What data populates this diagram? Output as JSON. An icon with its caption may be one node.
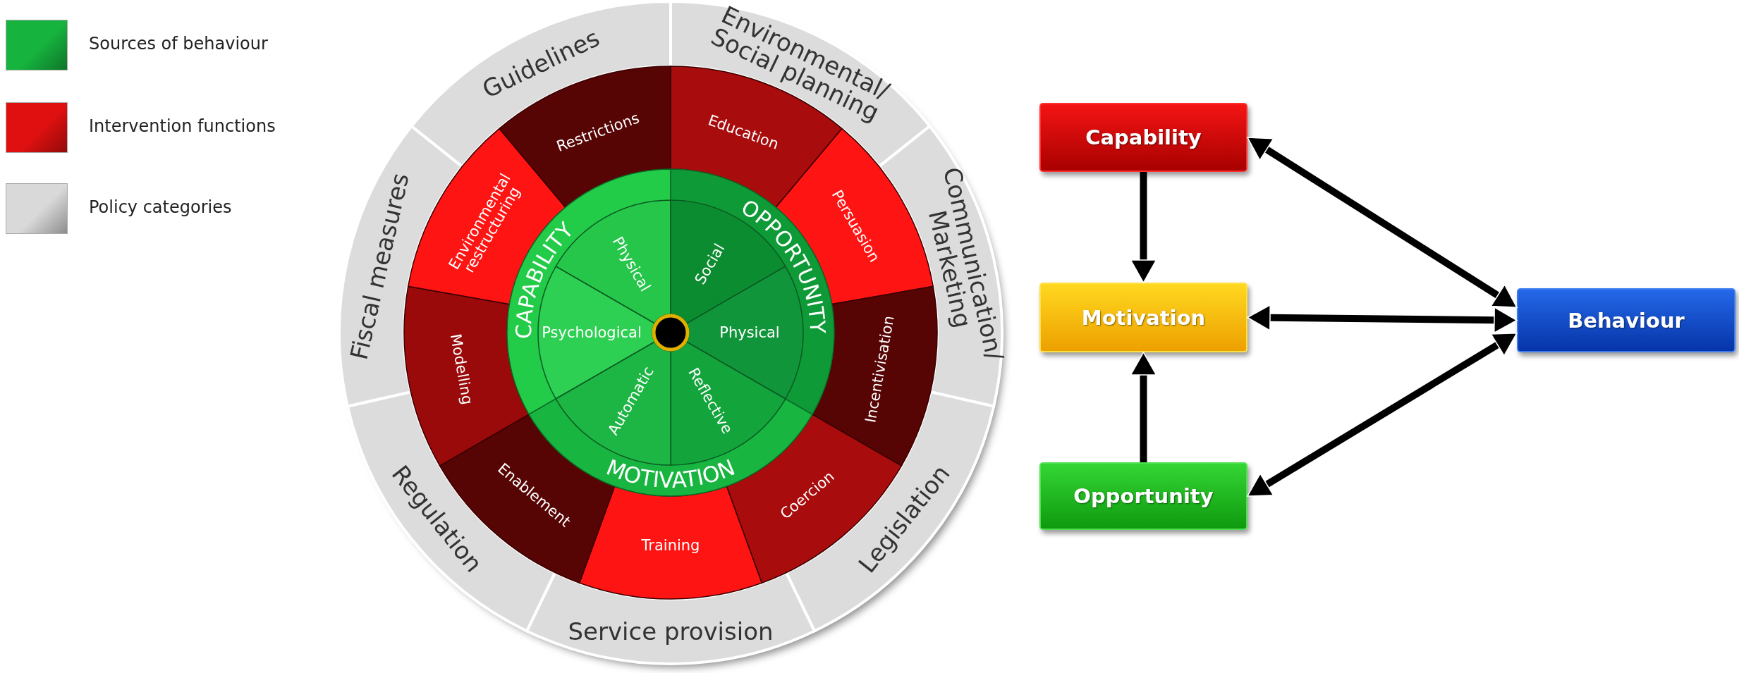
{
  "diagram": {
    "nodes": [
      {
        "text": [
          "Environmental/ Social planning"
        ]
      },
      {
        "text": [
          "Communication/ Marketing"
        ]
      },
      {
        "text": [
          "Legislation"
        ]
      },
      {
        "text": [
          "Service provision"
        ]
      },
      {
        "text": [
          "Regulation"
        ]
      },
      {
        "text": [
          "Fiscal measures"
        ]
      },
      {
        "text": [
          "Guidelines"
        ]
      },
      {
        "text": [
          "Education"
        ]
      },
      {
        "text": [
          "Persuasion"
        ]
      },
      {
        "text": [
          "Incentivisation"
        ]
      },
      {
        "text": [
          "Coercion"
        ]
      },
      {
        "text": [
          "Training"
        ]
      },
      {
        "text": [
          "Enablement"
        ]
      },
      {
        "text": [
          "Modelling"
        ]
      },
      {
        "text": [
          "Environmental restructuring"
        ]
      },
      {
        "text": [
          "Restrictions"
        ]
      },
      {
        "text": [
          "CAPABILITY"
        ]
      },
      {
        "text": [
          "OPPORTUNITY"
        ]
      },
      {
        "text": [
          "MOTIVATION"
        ]
      },
      {
        "text": [
          "Physical"
        ],
        "in": 16
      },
      {
        "text": [
          "Psychological"
        ],
        "in": 16
      },
      {
        "text": [
          "Social"
        ],
        "in": 17
      },
      {
        "text": [
          "Physical"
        ],
        "in": 17
      },
      {
        "text": [
          "Reflective"
        ],
        "in": 18
      },
      {
        "text": [
          "Automatic"
        ],
        "in": 18
      },
      {
        "text": [
          "Capability"
        ]
      },
      {
        "text": [
          "Motivation"
        ]
      },
      {
        "text": [
          "Opportunity"
        ]
      },
      {
        "text": [
          "Behaviour"
        ]
      }
    ],
    "edges": [
      {
        "from": 25,
        "to": 28,
        "arrow": "both"
      },
      {
        "from": 25,
        "to": 26,
        "arrow": "to"
      },
      {
        "from": 26,
        "to": 28,
        "arrow": "both"
      },
      {
        "from": 27,
        "to": 26,
        "arrow": "to"
      },
      {
        "from": 27,
        "to": 28,
        "arrow": "both"
      }
    ],
    "legend": [
      {
        "text": "Sources of behaviour",
        "color": "#16b33e"
      },
      {
        "text": "Intervention functions",
        "color": "#e01010"
      },
      {
        "text": "Policy categories",
        "color": "#d9d9d9"
      }
    ]
  }
}
